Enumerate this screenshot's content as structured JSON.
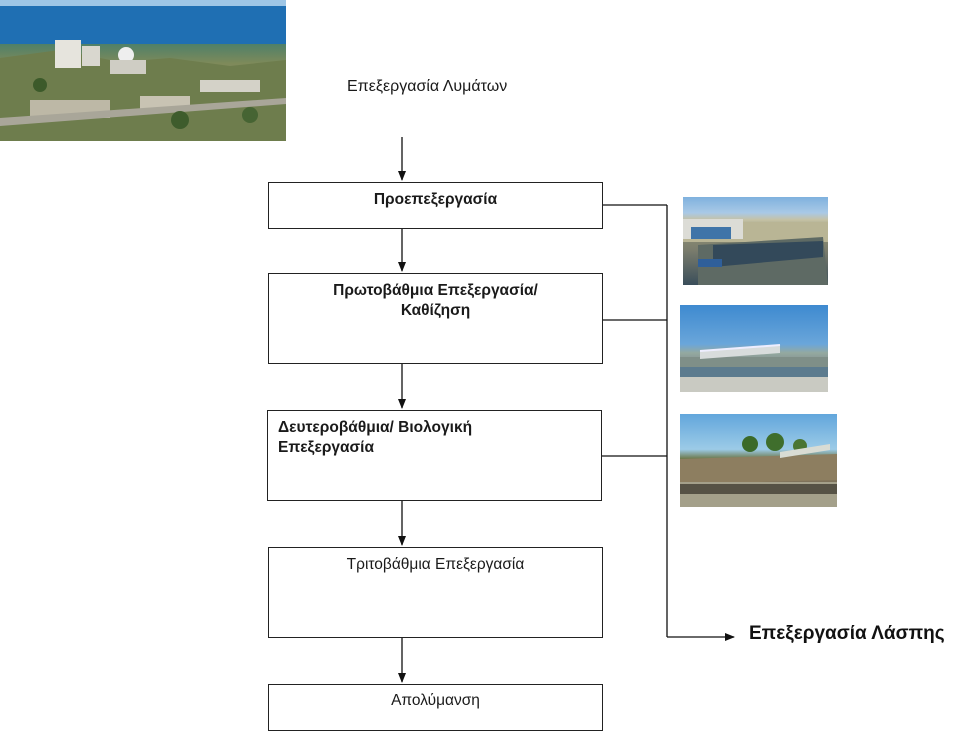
{
  "diagram": {
    "title": "Επεξεργασία Λυμάτων",
    "steps": [
      {
        "label": "Προεπεξεργασία"
      },
      {
        "label": "Πρωτοβάθμια Επεξεργασία/ Καθίζηση"
      },
      {
        "label": "Δευτεροβάθμια/ Βιολογική Επεξεργασία"
      },
      {
        "label": "Τριτοβάθμια Επεξεργασία"
      },
      {
        "label": "Απολύμανση"
      }
    ],
    "sludge_output": "Επεξεργασία Λάσπης"
  },
  "photos": [
    {
      "name": "coastal-plant-photo"
    },
    {
      "name": "pretreatment-tank-photo"
    },
    {
      "name": "primary-clarifier-photo"
    },
    {
      "name": "secondary-clarifier-photo"
    }
  ]
}
